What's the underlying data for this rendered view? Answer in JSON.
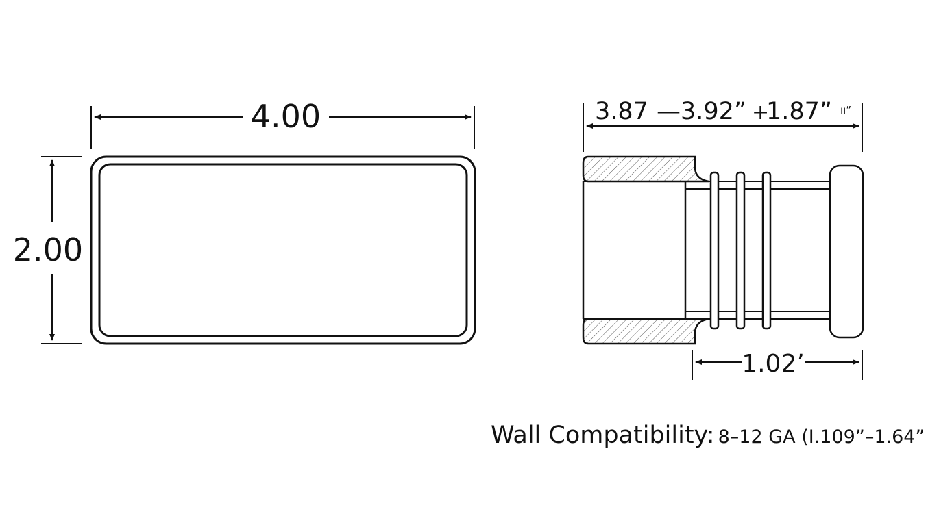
{
  "front_view": {
    "width_label": "4.00",
    "height_label": "2.00"
  },
  "side_view": {
    "overall_label_a": "3.87",
    "overall_label_sep": "—3.92”",
    "overall_label_plus": "+",
    "overall_label_b": "1.87”",
    "overall_label_c": "ıı”",
    "plug_depth_label": "1.02’"
  },
  "note": {
    "label": "Wall Compatibility:",
    "value": "8–12 GA (I.109”–1.64”"
  },
  "colors": {
    "line": "#111111",
    "hatch": "#555555",
    "background": "#ffffff"
  }
}
